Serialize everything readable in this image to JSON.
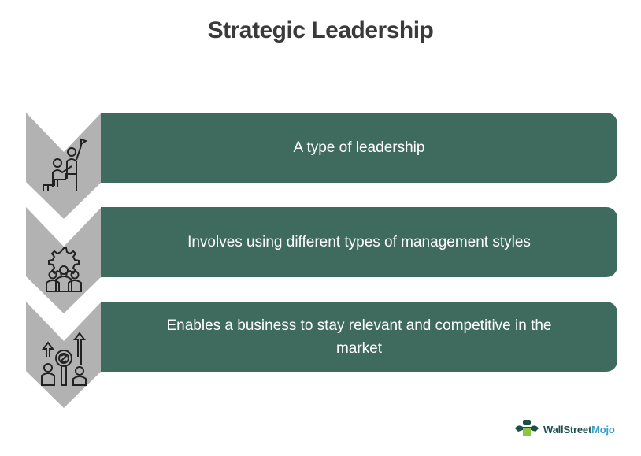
{
  "title": "Strategic Leadership",
  "items": [
    {
      "text": "A type of leadership",
      "icon": "team-climbing-steps-icon"
    },
    {
      "text": "Involves using different types of management styles",
      "icon": "team-gear-icon"
    },
    {
      "text": "Enables a business to stay relevant and competitive in the market",
      "icon": "growth-money-icon"
    }
  ],
  "colors": {
    "box": "#3f6a5e",
    "chevron": "#b2b2b2",
    "title": "#3a3a3a"
  },
  "logo": {
    "part1": "WallStreet",
    "part2": "Mojo"
  }
}
